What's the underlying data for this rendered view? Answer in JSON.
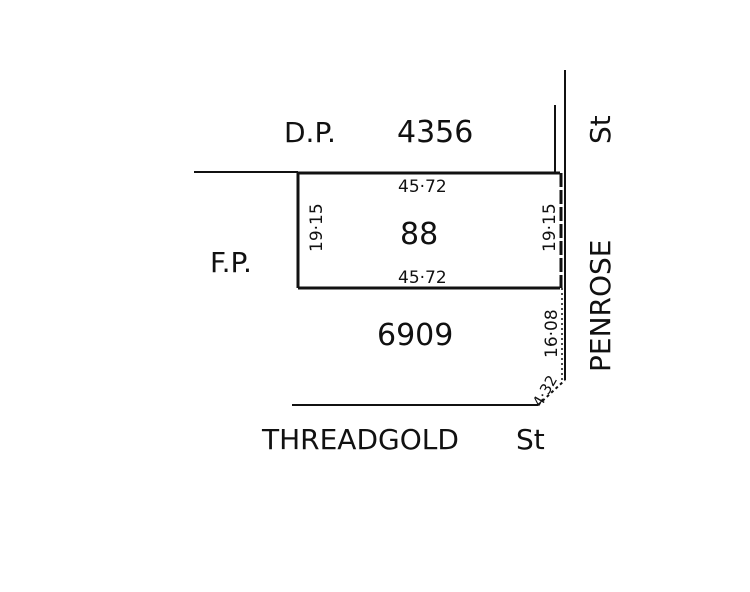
{
  "plan": {
    "lot_number": "88",
    "plans": {
      "dp": "D.P.",
      "dp_number": "4356",
      "fp": "F.P.",
      "fp_number": "6909"
    },
    "dimensions": {
      "top": "45·72",
      "bottom": "45·72",
      "left": "19·15",
      "right": "19·15",
      "corner_side": "16·08",
      "splay": "4·32"
    },
    "streets": {
      "threadgold": "THREADGOLD",
      "threadgold_suffix": "St",
      "penrose": "PENROSE",
      "penrose_suffix": "St"
    }
  },
  "colors": {
    "ink": "#111111",
    "background": "#ffffff"
  }
}
